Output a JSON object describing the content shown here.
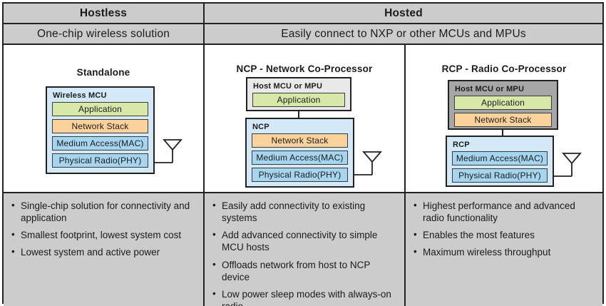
{
  "colors": {
    "header_bg": "#cccccc",
    "border_dark": "#222222",
    "box_blue": "#d3e9f8",
    "slab_blue": "#a6d5f0",
    "slab_green": "#d7e8a9",
    "slab_orange": "#fcd29c",
    "host_light": "#e9e9e9",
    "host_dark": "#a6a6a6",
    "text": "#1b1b1b"
  },
  "header": {
    "hostless": "Hostless",
    "hosted": "Hosted",
    "hostless_subtitle": "One-chip wireless solution",
    "hosted_subtitle": "Easily connect to NXP or other MCUs and MPUs"
  },
  "layers": {
    "application": "Application",
    "network_stack": "Network Stack",
    "mac": "Medium Access(MAC)",
    "phy": "Physical Radio(PHY)"
  },
  "diagrams": {
    "standalone": {
      "title": "Standalone",
      "box_label": "Wireless MCU"
    },
    "ncp": {
      "title": "NCP - Network Co-Processor",
      "host_label": "Host MCU or MPU",
      "box_label": "NCP"
    },
    "rcp": {
      "title": "RCP - Radio Co-Processor",
      "host_label": "Host MCU or MPU",
      "box_label": "RCP"
    }
  },
  "bullets": {
    "standalone": [
      "Single-chip solution for connectivity and application",
      "Smallest footprint, lowest system cost",
      "Lowest system and active power"
    ],
    "ncp": [
      "Easily add connectivity to existing systems",
      "Add advanced connectivity to simple MCU hosts",
      "Offloads network from host to NCP device",
      "Low power sleep modes with always-on radio"
    ],
    "rcp": [
      "Highest performance and advanced radio functionality",
      "Enables the most features",
      "Maximum wireless throughput"
    ]
  }
}
